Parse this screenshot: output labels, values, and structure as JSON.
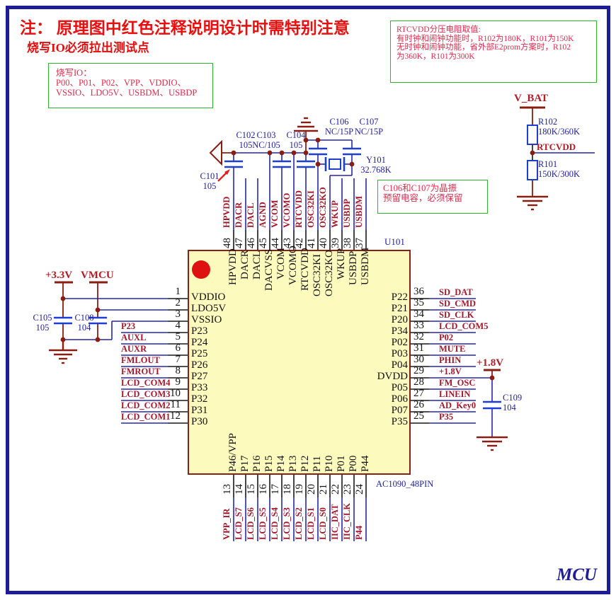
{
  "header": {
    "title": "注： 原理图中红色注释说明设计时需特别注意",
    "subtitle": "烧写IO必须拉出测试点"
  },
  "notes": {
    "burn_io": {
      "lines": [
        "烧写IO：",
        "P00、P01、P02、VPP、VDDIO、",
        "VSSIO、LDO5V、USBDM、USBDP"
      ]
    },
    "rtcvdd": {
      "lines": [
        "RTCVDD分压电阻取值:",
        "有时钟和闹钟功能时，R102为180K，R101为150K",
        "无时钟和闹钟功能，省外部E2prom方案时，R102",
        "为360K，R101为300K"
      ]
    },
    "crystal": {
      "lines": [
        "C106和C107为晶振",
        "预留电容，必须保留"
      ]
    }
  },
  "chip": {
    "designator": "U101",
    "part": "AC1090_48PIN",
    "left_pins": [
      {
        "num": "1",
        "name": "VDDIO",
        "net": ""
      },
      {
        "num": "2",
        "name": "LDO5V",
        "net": ""
      },
      {
        "num": "3",
        "name": "VSSIO",
        "net": ""
      },
      {
        "num": "4",
        "name": "P23",
        "net": "P23"
      },
      {
        "num": "5",
        "name": "P24",
        "net": "AUXL"
      },
      {
        "num": "6",
        "name": "P25",
        "net": "AUXR"
      },
      {
        "num": "7",
        "name": "P26",
        "net": "FMLOUT"
      },
      {
        "num": "8",
        "name": "P27",
        "net": "FMROUT"
      },
      {
        "num": "9",
        "name": "P33",
        "net": "LCD_COM4"
      },
      {
        "num": "10",
        "name": "P32",
        "net": "LCD_COM3"
      },
      {
        "num": "11",
        "name": "P31",
        "net": "LCD_COM2"
      },
      {
        "num": "12",
        "name": "P30",
        "net": "LCD_COM1"
      }
    ],
    "right_pins": [
      {
        "num": "36",
        "name": "P22",
        "net": "SD_DAT"
      },
      {
        "num": "35",
        "name": "P21",
        "net": "SD_CMD"
      },
      {
        "num": "34",
        "name": "P20",
        "net": "SD_CLK"
      },
      {
        "num": "33",
        "name": "P34",
        "net": "LCD_COM5"
      },
      {
        "num": "32",
        "name": "P02",
        "net": "P02"
      },
      {
        "num": "31",
        "name": "P03",
        "net": "MUTE"
      },
      {
        "num": "30",
        "name": "P04",
        "net": "PHIN"
      },
      {
        "num": "29",
        "name": "DVDD",
        "net": "+1.8V"
      },
      {
        "num": "28",
        "name": "P05",
        "net": "FM_OSC"
      },
      {
        "num": "27",
        "name": "P06",
        "net": "LINEIN"
      },
      {
        "num": "26",
        "name": "P07",
        "net": "AD_Key0"
      },
      {
        "num": "25",
        "name": "P35",
        "net": "P35"
      }
    ],
    "top_pins": [
      {
        "num": "48",
        "name": "HPVDD",
        "net": "HPVDD"
      },
      {
        "num": "47",
        "name": "DACR",
        "net": "DACR"
      },
      {
        "num": "46",
        "name": "DACL",
        "net": "DACL"
      },
      {
        "num": "45",
        "name": "DACVSS",
        "net": "AGND"
      },
      {
        "num": "44",
        "name": "VCOM",
        "net": "VCOM"
      },
      {
        "num": "43",
        "name": "VCOMO",
        "net": "VCOMO"
      },
      {
        "num": "42",
        "name": "RTCVDD",
        "net": "RTCVDD"
      },
      {
        "num": "41",
        "name": "OSC32KI",
        "net": "OSC32KI"
      },
      {
        "num": "40",
        "name": "OSC32KO",
        "net": "OSC32KO"
      },
      {
        "num": "39",
        "name": "WKUP",
        "net": "WKUP"
      },
      {
        "num": "38",
        "name": "USBDP",
        "net": "USBDP"
      },
      {
        "num": "37",
        "name": "USBDM",
        "net": "USBDM"
      }
    ],
    "bottom_pins": [
      {
        "num": "13",
        "name": "P46/VPP",
        "net": "VPP_IR"
      },
      {
        "num": "14",
        "name": "P17",
        "net": "LCD_S7"
      },
      {
        "num": "15",
        "name": "P16",
        "net": "LCD_S6"
      },
      {
        "num": "16",
        "name": "P15",
        "net": "LCD_S5"
      },
      {
        "num": "17",
        "name": "P14",
        "net": "LCD_S4"
      },
      {
        "num": "18",
        "name": "P13",
        "net": "LCD_S3"
      },
      {
        "num": "19",
        "name": "P12",
        "net": "LCD_S2"
      },
      {
        "num": "20",
        "name": "P11",
        "net": "LCD_S1"
      },
      {
        "num": "21",
        "name": "P10",
        "net": "LCD_S0"
      },
      {
        "num": "22",
        "name": "P01",
        "net": "IIC_DAT"
      },
      {
        "num": "23",
        "name": "P00",
        "net": "IIC_CLK"
      },
      {
        "num": "24",
        "name": "P44",
        "net": "P44"
      }
    ]
  },
  "components": {
    "c101": {
      "ref": "C101",
      "value": "105"
    },
    "c102": {
      "ref": "C102",
      "value": "105"
    },
    "c103": {
      "ref": "C103",
      "value": "NC/105"
    },
    "c104": {
      "ref": "C104",
      "value": "105"
    },
    "c105": {
      "ref": "C105",
      "value": "105"
    },
    "c106": {
      "ref": "C106",
      "value": "NC/15P"
    },
    "c107": {
      "ref": "C107",
      "value": "NC/15P"
    },
    "c108": {
      "ref": "C108",
      "value": "104"
    },
    "c109": {
      "ref": "C109",
      "value": "104"
    },
    "r101": {
      "ref": "R101",
      "value": "150K/300K"
    },
    "r102": {
      "ref": "R102",
      "value": "180K/360K"
    },
    "y101": {
      "ref": "Y101",
      "value": "32.768K"
    }
  },
  "power_nets": {
    "v33": "+3.3V",
    "vmcu": "VMCU",
    "vbat": "V_BAT",
    "rtcvdd": "RTCVDD",
    "v18": "+1.8V"
  },
  "footer": {
    "label": "MCU"
  },
  "colors": {
    "wire_blue": "#2526a9",
    "power_red": "#8a1d12",
    "net_label_red": "#a2182b",
    "component_navy": "#1f1f9c",
    "title_red": "#ea0f0f",
    "note_red": "#e0294c",
    "note_border_green": "#2db52d",
    "chip_fill": "#fdfabe",
    "chip_border": "#8a2012",
    "frame_navy": "#1d1d96",
    "pin1_dot_red": "#dd1111"
  }
}
